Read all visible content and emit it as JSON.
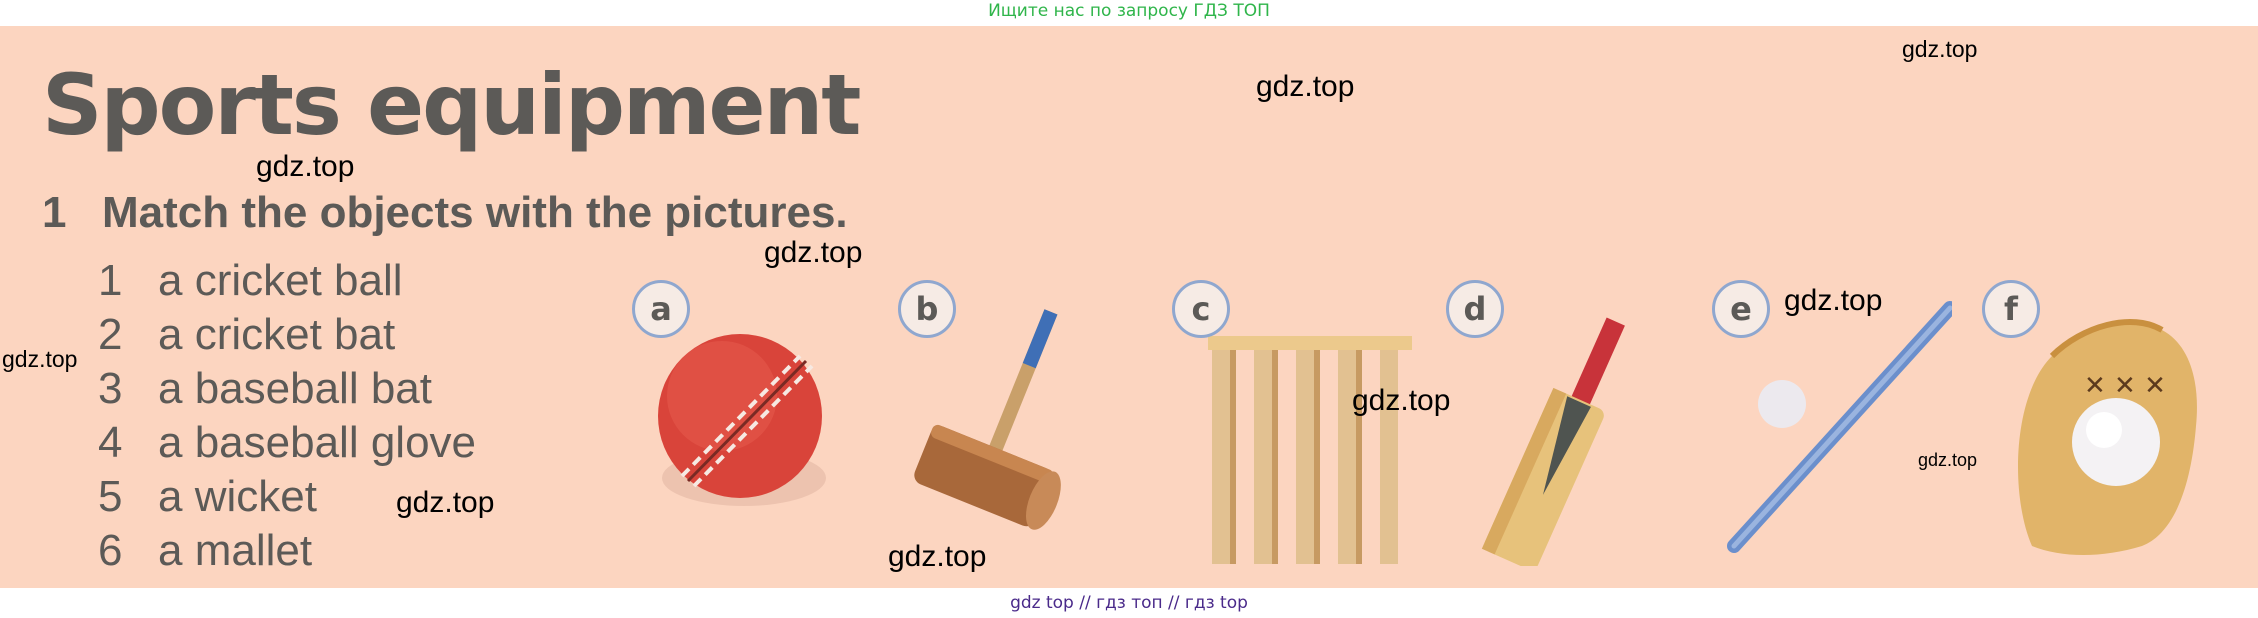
{
  "top_banner": "Ищите нас по запросу ГДЗ ТОП",
  "bottom_banner": "gdz top  //  гдз топ  //  гдз top",
  "title": "Sports equipment",
  "exercise": {
    "number": "1",
    "instruction": "Match the objects with the pictures."
  },
  "items": [
    {
      "num": "1",
      "text": "a cricket ball"
    },
    {
      "num": "2",
      "text": "a cricket bat"
    },
    {
      "num": "3",
      "text": "a baseball bat"
    },
    {
      "num": "4",
      "text": "a baseball glove"
    },
    {
      "num": "5",
      "text": "a wicket"
    },
    {
      "num": "6",
      "text": "a mallet"
    }
  ],
  "pictures": [
    {
      "letter": "a",
      "icon": "cricket-ball-icon"
    },
    {
      "letter": "b",
      "icon": "mallet-icon"
    },
    {
      "letter": "c",
      "icon": "wicket-icon"
    },
    {
      "letter": "d",
      "icon": "cricket-bat-icon"
    },
    {
      "letter": "e",
      "icon": "baseball-bat-icon"
    },
    {
      "letter": "f",
      "icon": "baseball-glove-icon"
    }
  ],
  "watermark": "gdz.top",
  "colors": {
    "page_background": "#fcd5c0",
    "text": "#5c5a57",
    "letter_circle_border": "#8fa7cf",
    "top_banner": "#2fb54a",
    "bottom_banner": "#4a2a8a"
  }
}
